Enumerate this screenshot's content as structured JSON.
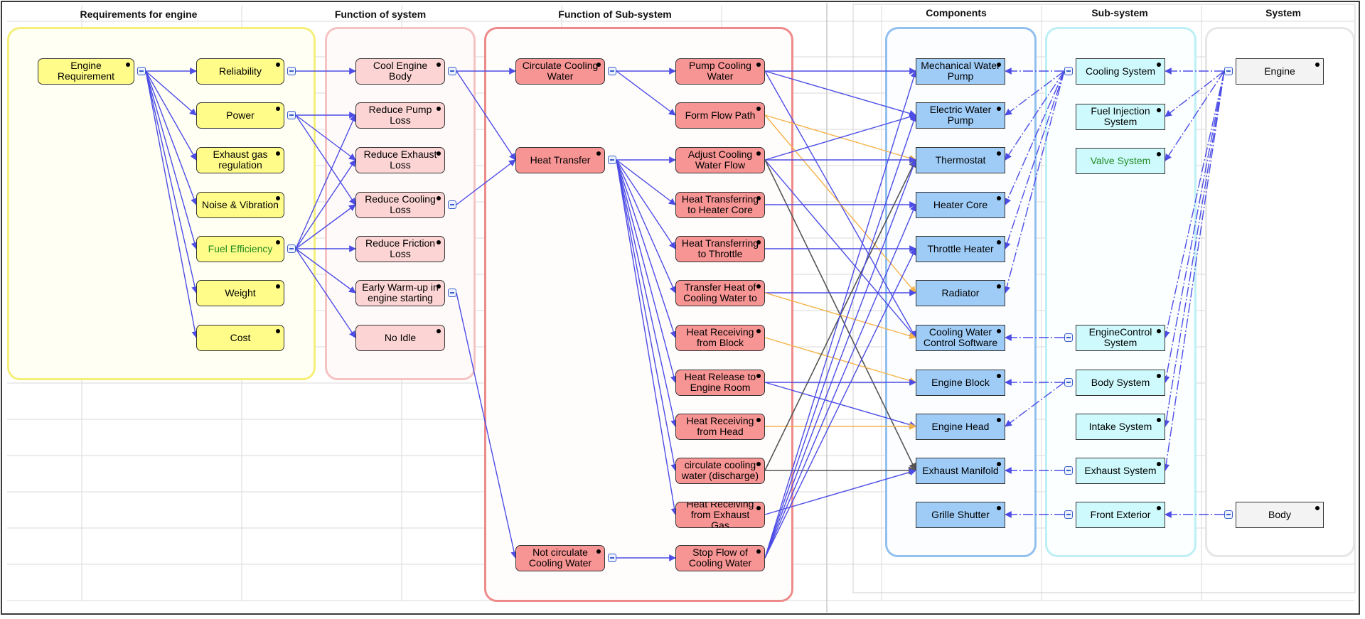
{
  "groups": [
    {
      "id": "req",
      "title": "Requirements for engine",
      "border": "#f5ef7a",
      "fill": "#fffff4"
    },
    {
      "id": "fsys",
      "title": "Function of system",
      "border": "#f6c3c3",
      "fill": "#fffafa"
    },
    {
      "id": "fsub",
      "title": "Function of Sub-system",
      "border": "#ee8a8a",
      "fill": "#fffcfc"
    },
    {
      "id": "comp",
      "title": "Components",
      "border": "#92c0ef",
      "fill": "#fbfdff"
    },
    {
      "id": "subs",
      "title": "Sub-system",
      "border": "#bdeff5",
      "fill": "#fcffff"
    },
    {
      "id": "sys",
      "title": "System",
      "border": "#e6e6e6",
      "fill": "#ffffff"
    }
  ],
  "colors": {
    "requirement": "#fffc8a",
    "system_function": "#fcd4d4",
    "subsystem_function": "#f79494",
    "component": "#9fccf7",
    "subsystem": "#cffafd",
    "system": "#f3f3f3",
    "edge_blue": "#4d4de6",
    "edge_orange": "#f5b349",
    "edge_gray": "#555555"
  },
  "nodes": [
    {
      "id": "req_engine",
      "label": "Engine Requirement",
      "type": "requirement"
    },
    {
      "id": "req_rel",
      "label": "Reliability",
      "type": "requirement"
    },
    {
      "id": "req_pow",
      "label": "Power",
      "type": "requirement"
    },
    {
      "id": "req_exh",
      "label": "Exhaust gas regulation",
      "type": "requirement"
    },
    {
      "id": "req_noise",
      "label": "Noise & Vibration",
      "type": "requirement"
    },
    {
      "id": "req_fuel",
      "label": "Fuel Efficiency",
      "type": "requirement",
      "green": true
    },
    {
      "id": "req_wt",
      "label": "Weight",
      "type": "requirement"
    },
    {
      "id": "req_cost",
      "label": "Cost",
      "type": "requirement"
    },
    {
      "id": "fs_cool",
      "label": "Cool Engine Body",
      "type": "system_function"
    },
    {
      "id": "fs_pump",
      "label": "Reduce Pump Loss",
      "type": "system_function"
    },
    {
      "id": "fs_exh",
      "label": "Reduce Exhaust Loss",
      "type": "system_function"
    },
    {
      "id": "fs_cl",
      "label": "Reduce Cooling Loss",
      "type": "system_function"
    },
    {
      "id": "fs_fric",
      "label": "Reduce Friction Loss",
      "type": "system_function"
    },
    {
      "id": "fs_warm",
      "label": "Early Warm-up in engine starting",
      "type": "system_function"
    },
    {
      "id": "fs_idle",
      "label": "No Idle",
      "type": "system_function"
    },
    {
      "id": "sf_circ",
      "label": "Circulate Cooling Water",
      "type": "subsystem_function"
    },
    {
      "id": "sf_heat",
      "label": "Heat Transfer",
      "type": "subsystem_function"
    },
    {
      "id": "sf_notcirc",
      "label": "Not circulate Cooling Water",
      "type": "subsystem_function"
    },
    {
      "id": "sf_pump",
      "label": "Pump Cooling Water",
      "type": "subsystem_function"
    },
    {
      "id": "sf_flow",
      "label": "Form Flow Path",
      "type": "subsystem_function"
    },
    {
      "id": "sf_adj",
      "label": "Adjust Cooling Water Flow",
      "type": "subsystem_function"
    },
    {
      "id": "sf_htc",
      "label": "Heat Transferring to Heater Core",
      "type": "subsystem_function"
    },
    {
      "id": "sf_htt",
      "label": "Heat Transferring to Throttle",
      "type": "subsystem_function"
    },
    {
      "id": "sf_thc",
      "label": "Transfer Heat of Cooling Water to",
      "type": "subsystem_function"
    },
    {
      "id": "sf_hrb",
      "label": "Heat Receiving from Block",
      "type": "subsystem_function"
    },
    {
      "id": "sf_hre",
      "label": "Heat Release to Engine Room",
      "type": "subsystem_function"
    },
    {
      "id": "sf_hrh",
      "label": "Heat Receiving from Head",
      "type": "subsystem_function"
    },
    {
      "id": "sf_ccd",
      "label": "circulate cooling water (discharge)",
      "type": "subsystem_function"
    },
    {
      "id": "sf_hrx",
      "label": "Heat Receiving from Exhaust Gas",
      "type": "subsystem_function"
    },
    {
      "id": "sf_stop",
      "label": "Stop Flow of Cooling Water",
      "type": "subsystem_function"
    },
    {
      "id": "c_mwp",
      "label": "Mechanical Water Pump",
      "type": "component"
    },
    {
      "id": "c_ewp",
      "label": "Electric Water Pump",
      "type": "component"
    },
    {
      "id": "c_thermo",
      "label": "Thermostat",
      "type": "component"
    },
    {
      "id": "c_hc",
      "label": "Heater Core",
      "type": "component"
    },
    {
      "id": "c_th",
      "label": "Throttle Heater",
      "type": "component"
    },
    {
      "id": "c_rad",
      "label": "Radiator",
      "type": "component"
    },
    {
      "id": "c_cwcs",
      "label": "Cooling Water Control Software",
      "type": "component"
    },
    {
      "id": "c_eb",
      "label": "Engine Block",
      "type": "component"
    },
    {
      "id": "c_eh",
      "label": "Engine Head",
      "type": "component"
    },
    {
      "id": "c_em",
      "label": "Exhaust Manifold",
      "type": "component"
    },
    {
      "id": "c_gs",
      "label": "Grille Shutter",
      "type": "component"
    },
    {
      "id": "s_cool",
      "label": "Cooling System",
      "type": "subsystem"
    },
    {
      "id": "s_fuel",
      "label": "Fuel Injection System",
      "type": "subsystem"
    },
    {
      "id": "s_valve",
      "label": "Valve System",
      "type": "subsystem",
      "green": true
    },
    {
      "id": "s_ecs",
      "label": "EngineControl System",
      "type": "subsystem"
    },
    {
      "id": "s_body",
      "label": "Body System",
      "type": "subsystem"
    },
    {
      "id": "s_intake",
      "label": "Intake System",
      "type": "subsystem"
    },
    {
      "id": "s_exh",
      "label": "Exhaust System",
      "type": "subsystem"
    },
    {
      "id": "s_front",
      "label": "Front Exterior",
      "type": "subsystem"
    },
    {
      "id": "sys_engine",
      "label": "Engine",
      "type": "system"
    },
    {
      "id": "sys_body",
      "label": "Body",
      "type": "system"
    }
  ],
  "edges": [
    {
      "from": "req_engine",
      "to": "req_rel",
      "color": "blue"
    },
    {
      "from": "req_engine",
      "to": "req_pow",
      "color": "blue"
    },
    {
      "from": "req_engine",
      "to": "req_exh",
      "color": "blue"
    },
    {
      "from": "req_engine",
      "to": "req_noise",
      "color": "blue"
    },
    {
      "from": "req_engine",
      "to": "req_fuel",
      "color": "blue"
    },
    {
      "from": "req_engine",
      "to": "req_wt",
      "color": "blue"
    },
    {
      "from": "req_engine",
      "to": "req_cost",
      "color": "blue"
    },
    {
      "from": "req_rel",
      "to": "fs_cool",
      "color": "blue"
    },
    {
      "from": "req_pow",
      "to": "fs_pump",
      "color": "blue"
    },
    {
      "from": "req_pow",
      "to": "fs_exh",
      "color": "blue"
    },
    {
      "from": "req_pow",
      "to": "fs_cl",
      "color": "blue"
    },
    {
      "from": "req_fuel",
      "to": "fs_pump",
      "color": "blue"
    },
    {
      "from": "req_fuel",
      "to": "fs_exh",
      "color": "blue"
    },
    {
      "from": "req_fuel",
      "to": "fs_cl",
      "color": "blue"
    },
    {
      "from": "req_fuel",
      "to": "fs_fric",
      "color": "blue"
    },
    {
      "from": "req_fuel",
      "to": "fs_warm",
      "color": "blue"
    },
    {
      "from": "req_fuel",
      "to": "fs_idle",
      "color": "blue"
    },
    {
      "from": "fs_cool",
      "to": "sf_circ",
      "color": "blue"
    },
    {
      "from": "fs_cool",
      "to": "sf_heat",
      "color": "blue"
    },
    {
      "from": "fs_cl",
      "to": "sf_heat",
      "color": "blue"
    },
    {
      "from": "fs_warm",
      "to": "sf_notcirc",
      "color": "blue"
    },
    {
      "from": "sf_circ",
      "to": "sf_pump",
      "color": "blue"
    },
    {
      "from": "sf_circ",
      "to": "sf_flow",
      "color": "blue"
    },
    {
      "from": "sf_heat",
      "to": "sf_adj",
      "color": "blue"
    },
    {
      "from": "sf_heat",
      "to": "sf_htc",
      "color": "blue"
    },
    {
      "from": "sf_heat",
      "to": "sf_htt",
      "color": "blue"
    },
    {
      "from": "sf_heat",
      "to": "sf_thc",
      "color": "blue"
    },
    {
      "from": "sf_heat",
      "to": "sf_hrb",
      "color": "blue"
    },
    {
      "from": "sf_heat",
      "to": "sf_hre",
      "color": "blue"
    },
    {
      "from": "sf_heat",
      "to": "sf_hrh",
      "color": "blue"
    },
    {
      "from": "sf_heat",
      "to": "sf_ccd",
      "color": "blue"
    },
    {
      "from": "sf_heat",
      "to": "sf_hrx",
      "color": "blue"
    },
    {
      "from": "sf_notcirc",
      "to": "sf_stop",
      "color": "blue"
    },
    {
      "from": "sf_pump",
      "to": "c_mwp",
      "color": "blue"
    },
    {
      "from": "sf_pump",
      "to": "c_ewp",
      "color": "blue"
    },
    {
      "from": "sf_pump",
      "to": "c_cwcs",
      "color": "blue"
    },
    {
      "from": "sf_flow",
      "to": "c_thermo",
      "color": "orange"
    },
    {
      "from": "sf_flow",
      "to": "c_rad",
      "color": "orange"
    },
    {
      "from": "sf_adj",
      "to": "c_thermo",
      "color": "blue"
    },
    {
      "from": "sf_adj",
      "to": "c_cwcs",
      "color": "blue"
    },
    {
      "from": "sf_adj",
      "to": "c_ewp",
      "color": "blue"
    },
    {
      "from": "sf_adj",
      "to": "c_em",
      "color": "gray"
    },
    {
      "from": "sf_htc",
      "to": "c_hc",
      "color": "blue"
    },
    {
      "from": "sf_htt",
      "to": "c_th",
      "color": "blue"
    },
    {
      "from": "sf_thc",
      "to": "c_rad",
      "color": "blue"
    },
    {
      "from": "sf_thc",
      "to": "c_cwcs",
      "color": "orange"
    },
    {
      "from": "sf_hrb",
      "to": "c_eb",
      "color": "orange"
    },
    {
      "from": "sf_hre",
      "to": "c_eb",
      "color": "blue"
    },
    {
      "from": "sf_hre",
      "to": "c_eh",
      "color": "blue"
    },
    {
      "from": "sf_hrh",
      "to": "c_eh",
      "color": "orange"
    },
    {
      "from": "sf_ccd",
      "to": "c_thermo",
      "color": "gray"
    },
    {
      "from": "sf_ccd",
      "to": "c_em",
      "color": "gray"
    },
    {
      "from": "sf_hrx",
      "to": "c_em",
      "color": "blue"
    },
    {
      "from": "sf_stop",
      "to": "c_mwp",
      "color": "blue"
    },
    {
      "from": "sf_stop",
      "to": "c_ewp",
      "color": "blue"
    },
    {
      "from": "sf_stop",
      "to": "c_thermo",
      "color": "blue"
    },
    {
      "from": "sf_stop",
      "to": "c_hc",
      "color": "blue"
    },
    {
      "from": "sf_stop",
      "to": "c_th",
      "color": "blue"
    },
    {
      "from": "s_cool",
      "to": "c_mwp",
      "color": "blue"
    },
    {
      "from": "s_cool",
      "to": "c_ewp",
      "color": "blue"
    },
    {
      "from": "s_cool",
      "to": "c_thermo",
      "color": "blue"
    },
    {
      "from": "s_cool",
      "to": "c_hc",
      "color": "blue"
    },
    {
      "from": "s_cool",
      "to": "c_th",
      "color": "blue"
    },
    {
      "from": "s_cool",
      "to": "c_rad",
      "color": "blue"
    },
    {
      "from": "s_ecs",
      "to": "c_cwcs",
      "color": "blue"
    },
    {
      "from": "s_body",
      "to": "c_eb",
      "color": "blue"
    },
    {
      "from": "s_body",
      "to": "c_eh",
      "color": "blue"
    },
    {
      "from": "s_exh",
      "to": "c_em",
      "color": "blue"
    },
    {
      "from": "s_front",
      "to": "c_gs",
      "color": "blue"
    },
    {
      "from": "sys_engine",
      "to": "s_cool",
      "color": "blue"
    },
    {
      "from": "sys_engine",
      "to": "s_fuel",
      "color": "blue"
    },
    {
      "from": "sys_engine",
      "to": "s_valve",
      "color": "blue"
    },
    {
      "from": "sys_engine",
      "to": "s_ecs",
      "color": "blue"
    },
    {
      "from": "sys_engine",
      "to": "s_body",
      "color": "blue"
    },
    {
      "from": "sys_engine",
      "to": "s_intake",
      "color": "blue"
    },
    {
      "from": "sys_engine",
      "to": "s_exh",
      "color": "blue"
    },
    {
      "from": "sys_body",
      "to": "s_front",
      "color": "blue"
    }
  ]
}
